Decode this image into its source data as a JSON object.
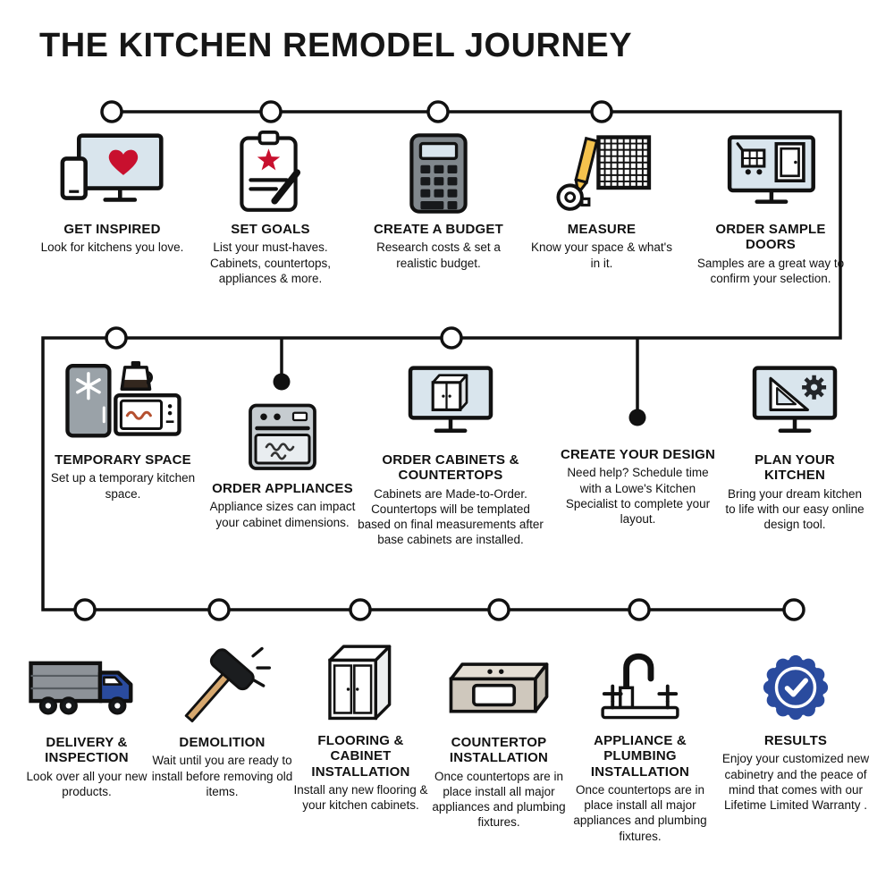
{
  "title": "THE KITCHEN REMODEL JOURNEY",
  "colors": {
    "ink": "#111111",
    "accent_red": "#c8102e",
    "accent_blue": "#2a4b9e",
    "screen_blue": "#d9e5ed"
  },
  "rows": [
    {
      "steps": [
        {
          "icon": "monitor-heart-icon",
          "title": "GET INSPIRED",
          "desc": "Look for kitchens you love."
        },
        {
          "icon": "clipboard-star-icon",
          "title": "SET GOALS",
          "desc": "List your must-haves. Cabinets, countertops, appliances & more."
        },
        {
          "icon": "calculator-icon",
          "title": "CREATE A BUDGET",
          "desc": "Research costs & set a realistic budget."
        },
        {
          "icon": "measuring-tools-icon",
          "title": "MEASURE",
          "desc": "Know your space & what's in it."
        },
        {
          "icon": "monitor-cart-door-icon",
          "title": "ORDER SAMPLE DOORS",
          "desc": "Samples are a great way to confirm your selection."
        }
      ]
    },
    {
      "steps": [
        {
          "icon": "fridge-microwave-icon",
          "title": "TEMPORARY SPACE",
          "desc": "Set up a temporary kitchen space."
        },
        {
          "icon": "oven-icon",
          "title": "ORDER APPLIANCES",
          "desc": "Appliance sizes can impact your cabinet dimensions."
        },
        {
          "icon": "monitor-cabinet-icon",
          "title": "ORDER CABINETS & COUNTERTOPS",
          "desc": "Cabinets are Made-to-Order. Countertops will be templated based on final measurements after base cabinets are installed."
        },
        {
          "icon": "",
          "title": "CREATE YOUR DESIGN",
          "desc": "Need help? Schedule time with a Lowe's Kitchen Specialist to complete your layout."
        },
        {
          "icon": "monitor-ruler-gear-icon",
          "title": "PLAN YOUR KITCHEN",
          "desc": "Bring your dream kitchen to life with our easy online design tool."
        }
      ]
    },
    {
      "steps": [
        {
          "icon": "delivery-truck-icon",
          "title": "DELIVERY & INSPECTION",
          "desc": "Look over all your new products."
        },
        {
          "icon": "sledgehammer-icon",
          "title": "DEMOLITION",
          "desc": "Wait until you are ready to install before removing old items."
        },
        {
          "icon": "cabinet-icon",
          "title": "FLOORING & CABINET INSTALLATION",
          "desc": "Install any new flooring & your kitchen cabinets."
        },
        {
          "icon": "countertop-sink-icon",
          "title": "COUNTERTOP INSTALLATION",
          "desc": "Once countertops are in place install all major appliances and plumbing fixtures."
        },
        {
          "icon": "faucet-icon",
          "title": "APPLIANCE & PLUMBING INSTALLATION",
          "desc": "Once countertops are in place install all major appliances and plumbing fixtures."
        },
        {
          "icon": "badge-check-icon",
          "title": "RESULTS",
          "desc": "Enjoy your customized new cabinetry and the peace of mind that comes with our Lifetime Limited Warranty ."
        }
      ]
    }
  ]
}
